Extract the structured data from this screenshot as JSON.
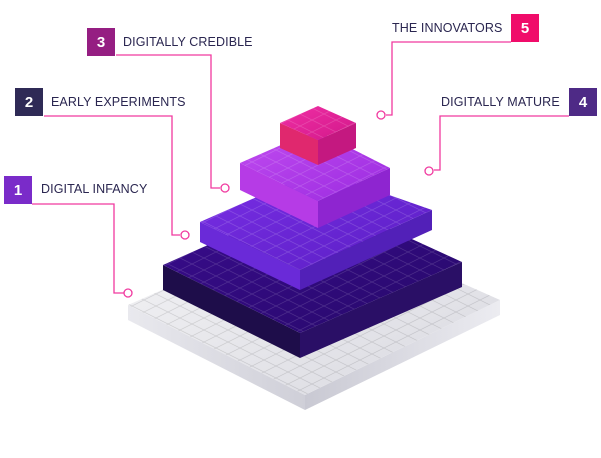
{
  "diagram": {
    "type": "digital maturity pyramid",
    "connector_color": "#f0399f",
    "levels": [
      {
        "number": "1",
        "label": "DIGITAL INFANCY",
        "badge_color": "#7a2bc9",
        "layer": "clear glass base"
      },
      {
        "number": "2",
        "label": "EARLY EXPERIMENTS",
        "badge_color": "#2f2a56",
        "layer": "dark indigo"
      },
      {
        "number": "3",
        "label": "DIGITALLY CREDIBLE",
        "badge_color": "#951e82",
        "layer": "violet"
      },
      {
        "number": "4",
        "label": "DIGITALLY MATURE",
        "badge_color": "#4e2a86",
        "layer": "magenta-purple"
      },
      {
        "number": "5",
        "label": "THE INNOVATORS",
        "badge_color": "#f00c6a",
        "layer": "pink top"
      }
    ]
  }
}
